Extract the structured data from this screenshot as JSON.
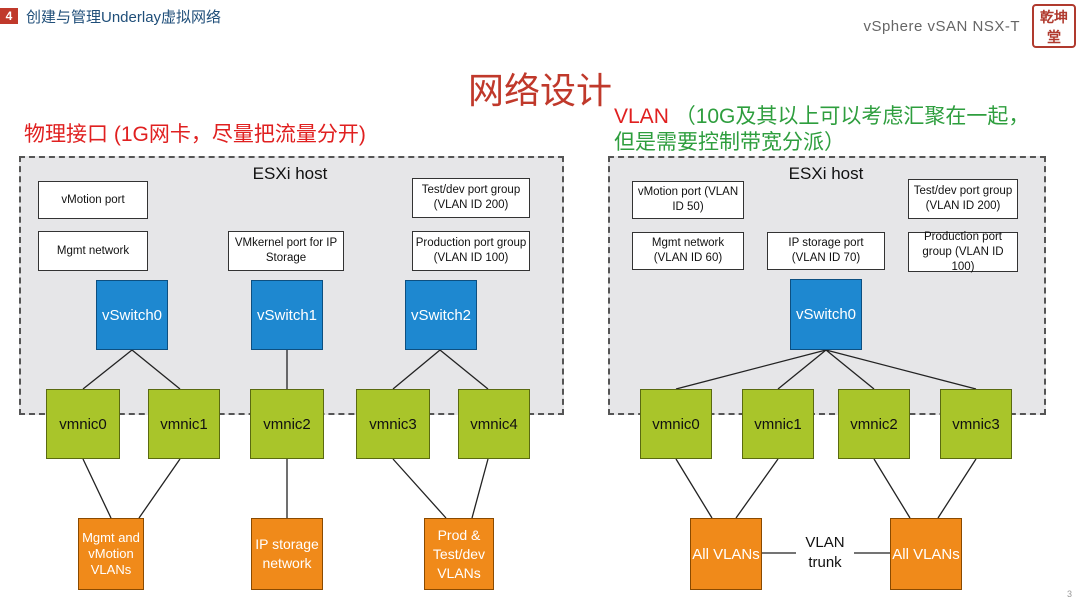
{
  "header": {
    "number": "4",
    "title": "创建与管理Underlay虚拟网络",
    "right_text": "vSphere vSAN NSX-T",
    "seal_text": "乾坤\n堂"
  },
  "main_title": "网络设计",
  "left": {
    "subtitle": "物理接口 (1G网卡，尽量把流量分开)",
    "host_label": "ESXi host",
    "portgroups": {
      "vmotion": "vMotion port",
      "mgmt": "Mgmt network",
      "vmkernel": "VMkernel port for IP Storage",
      "testdev": "Test/dev port group (VLAN ID 200)",
      "production": "Production port group (VLAN ID 100)"
    },
    "vswitches": [
      "vSwitch0",
      "vSwitch1",
      "vSwitch2"
    ],
    "vmnics": [
      "vmnic0",
      "vmnic1",
      "vmnic2",
      "vmnic3",
      "vmnic4"
    ],
    "vlans": [
      "Mgmt and vMotion VLANs",
      "IP storage network",
      "Prod & Test/dev VLANs"
    ]
  },
  "right": {
    "subtitle_prefix": "VLAN",
    "subtitle_line1": "（10G及其以上可以考虑汇聚在一起，",
    "subtitle_line2": "但是需要控制带宽分派）",
    "host_label": "ESXi host",
    "portgroups": {
      "vmotion": "vMotion port (VLAN ID 50)",
      "mgmt": "Mgmt network (VLAN ID 60)",
      "ipstorage": "IP storage port (VLAN ID 70)",
      "testdev": "Test/dev port group (VLAN ID 200)",
      "production": "Production port group (VLAN ID 100)"
    },
    "vswitch": "vSwitch0",
    "vmnics": [
      "vmnic0",
      "vmnic1",
      "vmnic2",
      "vmnic3"
    ],
    "vlans": [
      "All VLANs",
      "All VLANs"
    ],
    "trunk_label": "VLAN trunk"
  },
  "page_number": "3",
  "colors": {
    "title_red": "#c0392b",
    "subtitle_red": "#e02020",
    "subtitle_green": "#2e9e3e",
    "vswitch_blue": "#1e88d0",
    "vmnic_green": "#a9c52a",
    "vlan_orange": "#f08a1a",
    "host_gray": "#e6e6e8"
  }
}
